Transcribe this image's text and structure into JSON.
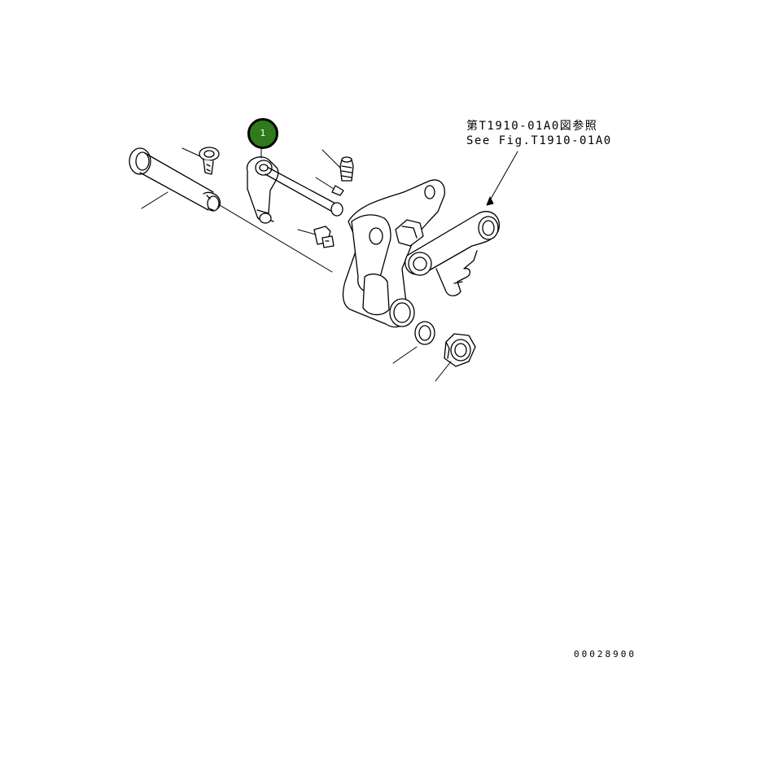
{
  "diagram": {
    "reference_note": {
      "line1": "第T1910-01A0図参照",
      "line2": "See Fig.T1910-01A0"
    },
    "callouts": [
      {
        "label": "1",
        "color": "#2f7a1a"
      }
    ],
    "document_number": "00028900"
  }
}
